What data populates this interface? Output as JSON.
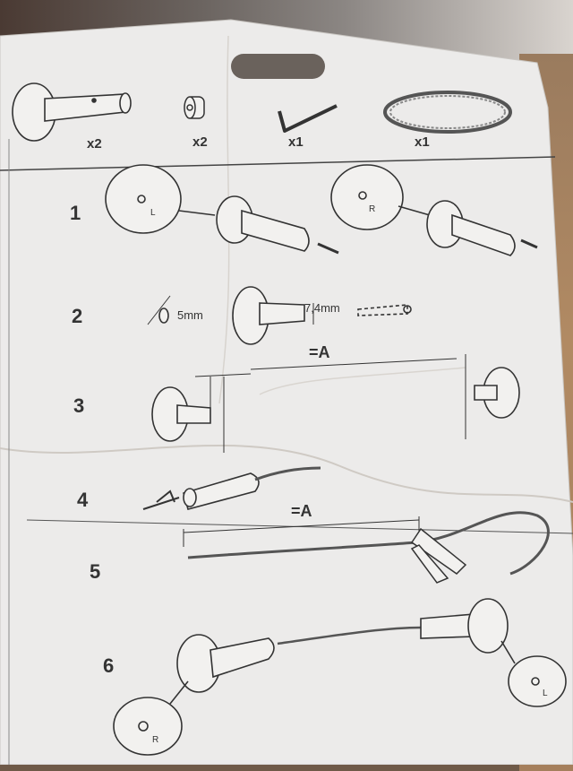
{
  "parts": [
    {
      "name": "bracket",
      "quantity": "x2"
    },
    {
      "name": "end-cap",
      "quantity": "x2"
    },
    {
      "name": "allen-key",
      "quantity": "x1"
    },
    {
      "name": "wire",
      "quantity": "x1"
    }
  ],
  "steps": {
    "step1": "1",
    "step2": "2",
    "step3": "3",
    "step4": "4",
    "step5": "5",
    "step6": "6"
  },
  "dimensions": {
    "drill_hole": "5mm",
    "thread": "7,4mm",
    "distance_step3": "=A",
    "distance_step5": "=A"
  },
  "side_markers": {
    "left": "L",
    "right": "R"
  }
}
